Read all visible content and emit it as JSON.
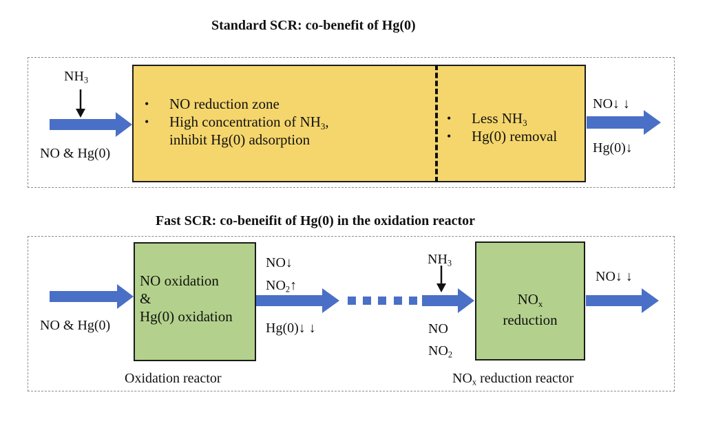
{
  "colors": {
    "flow_arrow": "#4a6fc6",
    "yellow_zone": "#f5d66c",
    "green_reactor": "#b3d18c",
    "panel_border": "#8a8a8a",
    "text": "#111111"
  },
  "standard": {
    "title": "Standard SCR: co-benefit of Hg(0)",
    "inlet_reagent": {
      "base": "NH",
      "sub": "3"
    },
    "inlet_flow": "NO & Hg(0)",
    "zone1_bullets": [
      {
        "text": "NO reduction zone"
      },
      {
        "base": "High concentration of NH",
        "sub": "3",
        "tail": ",",
        "line2": "inhibit Hg(0) adsorption"
      }
    ],
    "zone2_bullets": [
      {
        "base": "Less NH",
        "sub": "3"
      },
      {
        "text": "Hg(0) removal"
      }
    ],
    "outlet_top": "NO↓ ↓",
    "outlet_bottom": "Hg(0)↓"
  },
  "fast": {
    "title": "Fast SCR: co-beneifit of Hg(0) in the oxidation reactor",
    "inlet_flow": "NO & Hg(0)",
    "oxidation_box": {
      "line1": "NO oxidation",
      "line2": "&",
      "line3": "Hg(0) oxidation"
    },
    "oxidation_label": "Oxidation reactor",
    "mid_labels": {
      "no": "NO↓",
      "no2_base": "NO",
      "no2_sub": "2",
      "no2_arrow": "↑",
      "hg": "Hg(0)↓ ↓"
    },
    "reduction_inlet_reagent": {
      "base": "NH",
      "sub": "3"
    },
    "reduction_inlet_species": {
      "line1": "NO",
      "line2_base": "NO",
      "line2_sub": "2"
    },
    "reduction_box": {
      "line1_base": "NO",
      "line1_sub": "x",
      "line2": "reduction"
    },
    "reduction_label": {
      "base": "NO",
      "sub": "x",
      "tail": " reduction reactor"
    },
    "outlet_top": "NO↓ ↓"
  }
}
